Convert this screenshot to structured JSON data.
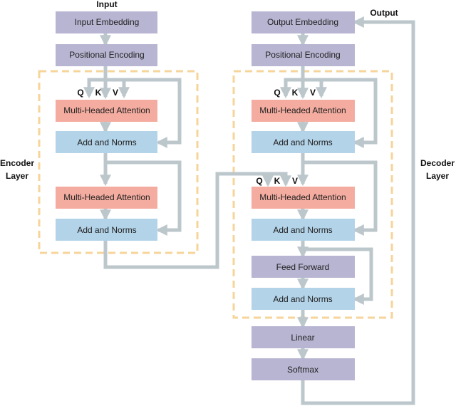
{
  "labels": {
    "input": "Input",
    "output": "Output",
    "encoder_line1": "Encoder",
    "encoder_line2": "Layer",
    "decoder_line1": "Decoder",
    "decoder_line2": "Layer"
  },
  "encoder": {
    "input_embedding": "Input Embedding",
    "positional_encoding": "Positional Encoding",
    "attention": "Multi-Headed Attention",
    "add_norms_1": "Add and Norms",
    "attention_2": "Multi-Headed Attention",
    "add_norms_2": "Add and Norms",
    "q": "Q",
    "k": "K",
    "v": "V"
  },
  "decoder": {
    "output_embedding": "Output Embedding",
    "positional_encoding": "Positional Encoding",
    "masked_attention": "Multi-Headed Attention",
    "add_norms_1": "Add and Norms",
    "cross_attention": "Multi-Headed Attention",
    "add_norms_2": "Add and Norms",
    "feed_forward": "Feed Forward",
    "add_norms_3": "Add and Norms",
    "linear": "Linear",
    "softmax": "Softmax",
    "q1": "Q",
    "k1": "K",
    "v1": "V",
    "q2": "Q",
    "k2": "K",
    "v2": "V"
  },
  "colors": {
    "purple_block": "#b8b5d2",
    "pink_block": "#f4aca0",
    "blue_block": "#b3d3e8",
    "connector": "#bcc7cc",
    "dashed_frame": "#f6d49a"
  }
}
